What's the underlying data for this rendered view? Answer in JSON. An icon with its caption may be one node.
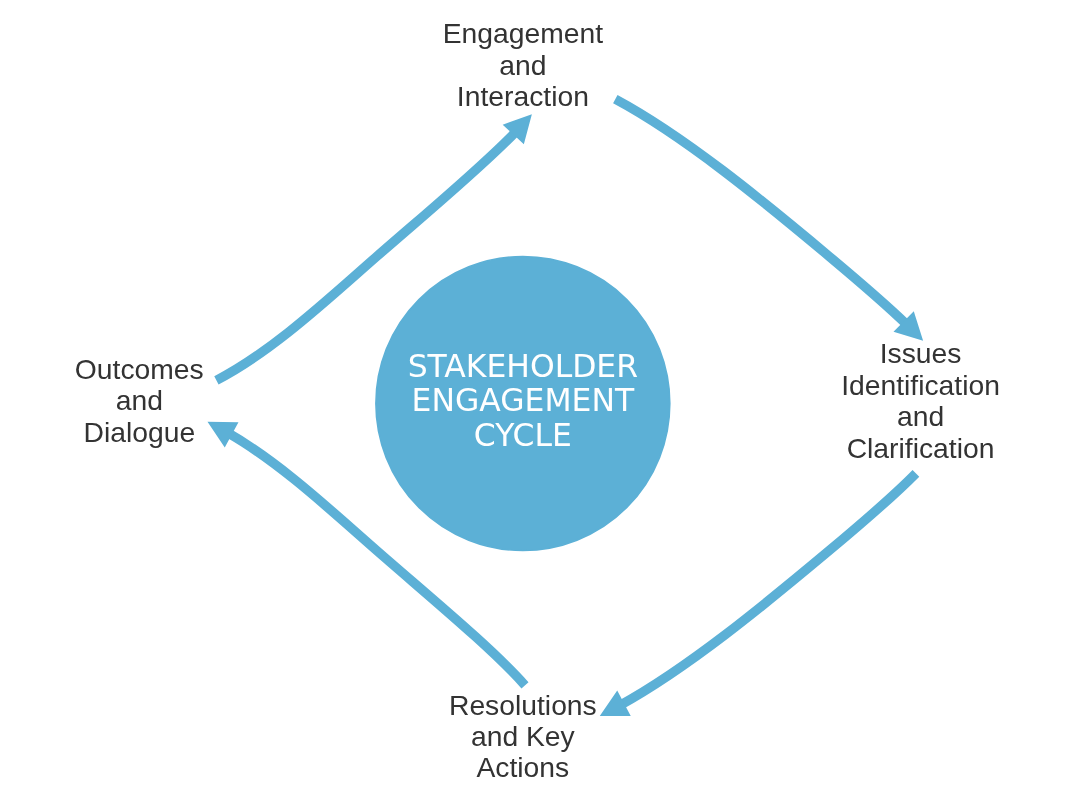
{
  "diagram": {
    "nodes": [
      {
        "text": [
          "STAKEHOLDER ENGAGEMENT CYCLE"
        ]
      },
      {
        "text": [
          "Engagement and Interaction"
        ]
      },
      {
        "text": [
          "Issues Identification and Clarification"
        ]
      },
      {
        "text": [
          "Resolutions and Key Actions"
        ]
      },
      {
        "text": [
          "Outcomes and Dialogue"
        ]
      }
    ],
    "edges": [
      {
        "from": 1,
        "to": 2,
        "arrow": "to"
      },
      {
        "from": 2,
        "to": 3,
        "arrow": "to"
      },
      {
        "from": 3,
        "to": 4,
        "arrow": "to"
      },
      {
        "from": 4,
        "to": 1,
        "arrow": "to"
      }
    ]
  }
}
